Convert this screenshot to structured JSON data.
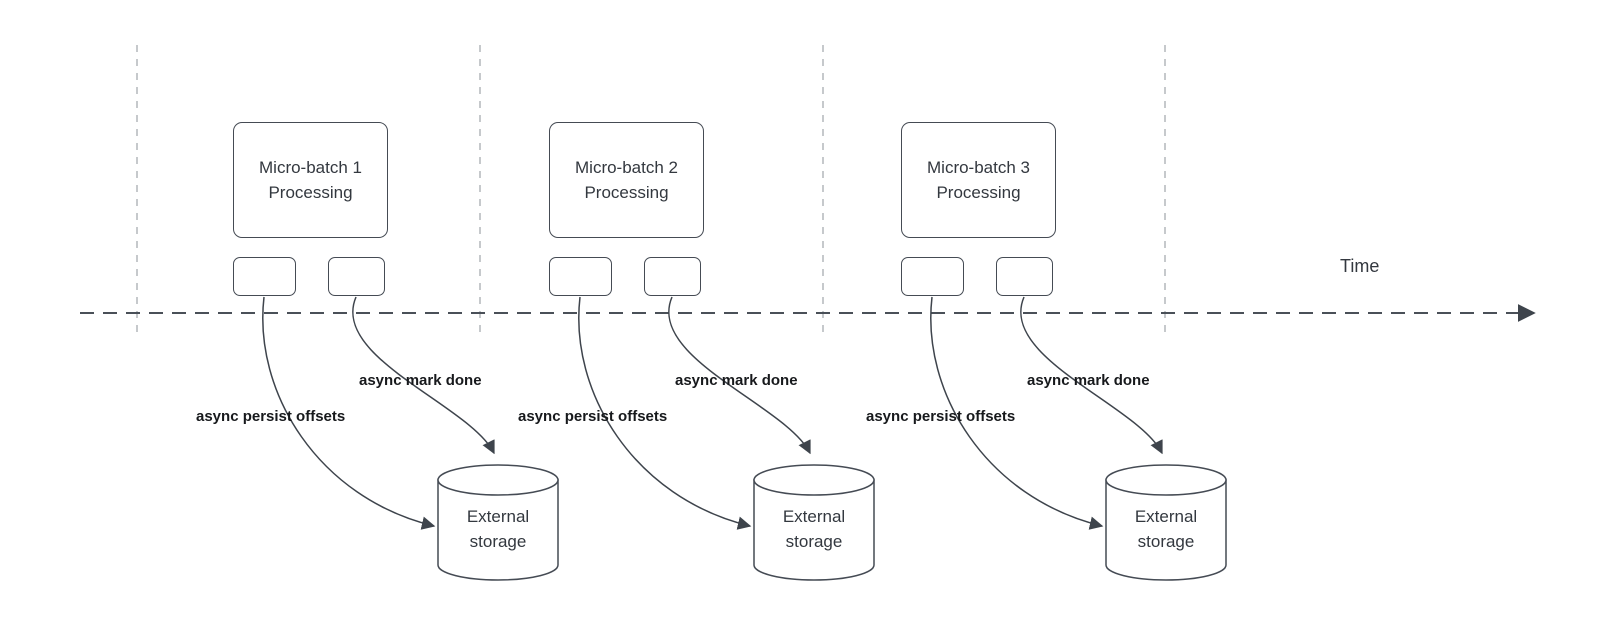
{
  "diagram": {
    "timeline_label": "Time",
    "colors": {
      "shape_stroke": "#3e444c",
      "guide_stroke": "#b3b7bb",
      "timeline_stroke": "#4a5058",
      "text": "#33383f",
      "label_text": "#17191c",
      "background": "#ffffff"
    },
    "groups": [
      {
        "id": "micro-batch-1",
        "processing_line1": "Micro-batch 1",
        "processing_line2": "Processing",
        "persist_arrow_label": "async persist offsets",
        "done_arrow_label": "async mark done",
        "storage_line1": "External",
        "storage_line2": "storage"
      },
      {
        "id": "micro-batch-2",
        "processing_line1": "Micro-batch 2",
        "processing_line2": "Processing",
        "persist_arrow_label": "async persist offsets",
        "done_arrow_label": "async mark done",
        "storage_line1": "External",
        "storage_line2": "storage"
      },
      {
        "id": "micro-batch-3",
        "processing_line1": "Micro-batch 3",
        "processing_line2": "Processing",
        "persist_arrow_label": "async persist offsets",
        "done_arrow_label": "async mark done",
        "storage_line1": "External",
        "storage_line2": "storage"
      }
    ]
  }
}
